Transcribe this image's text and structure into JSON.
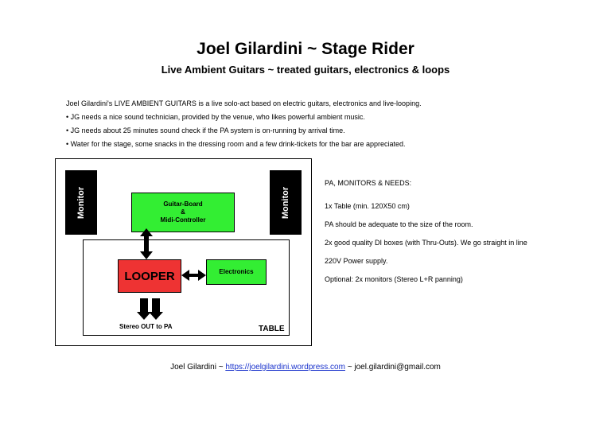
{
  "header": {
    "title": "Joel Gilardini ~ Stage Rider",
    "subtitle": "Live Ambient Guitars ~ treated guitars, electronics & loops"
  },
  "intro": {
    "lines": [
      "Joel Gilardini's LIVE AMBIENT GUITARS is a live solo-act based on electric guitars, electronics and live-looping.",
      "• JG needs a nice sound technician, provided by the venue, who likes powerful ambient music.",
      "• JG needs about 25 minutes sound check if the PA system is on-running by arrival time.",
      "• Water for the stage, some snacks in the dressing room and a few drink-tickets for the bar are appreciated."
    ]
  },
  "diagram": {
    "monitor_left": "Monitor",
    "monitor_right": "Monitor",
    "guitar_board": [
      "Guitar-Board",
      "&",
      "Midi-Controller"
    ],
    "looper": "LOOPER",
    "electronics": "Electronics",
    "stereo_out": "Stereo OUT to PA",
    "table": "TABLE"
  },
  "needs": {
    "heading": "PA, MONITORS & NEEDS:",
    "items": [
      "1x  Table (min. 120X50 cm)",
      "PA should be adequate to the size of the room.",
      "2x good quality DI boxes (with Thru-Outs). We go straight in line",
      "220V Power supply.",
      "Optional: 2x monitors (Stereo L+R panning)"
    ]
  },
  "footer": {
    "prefix": "Joel Gilardini ~ ",
    "link": "https://joelgilardini.wordpress.com",
    "suffix": " ~ joel.gilardini@gmail.com"
  }
}
